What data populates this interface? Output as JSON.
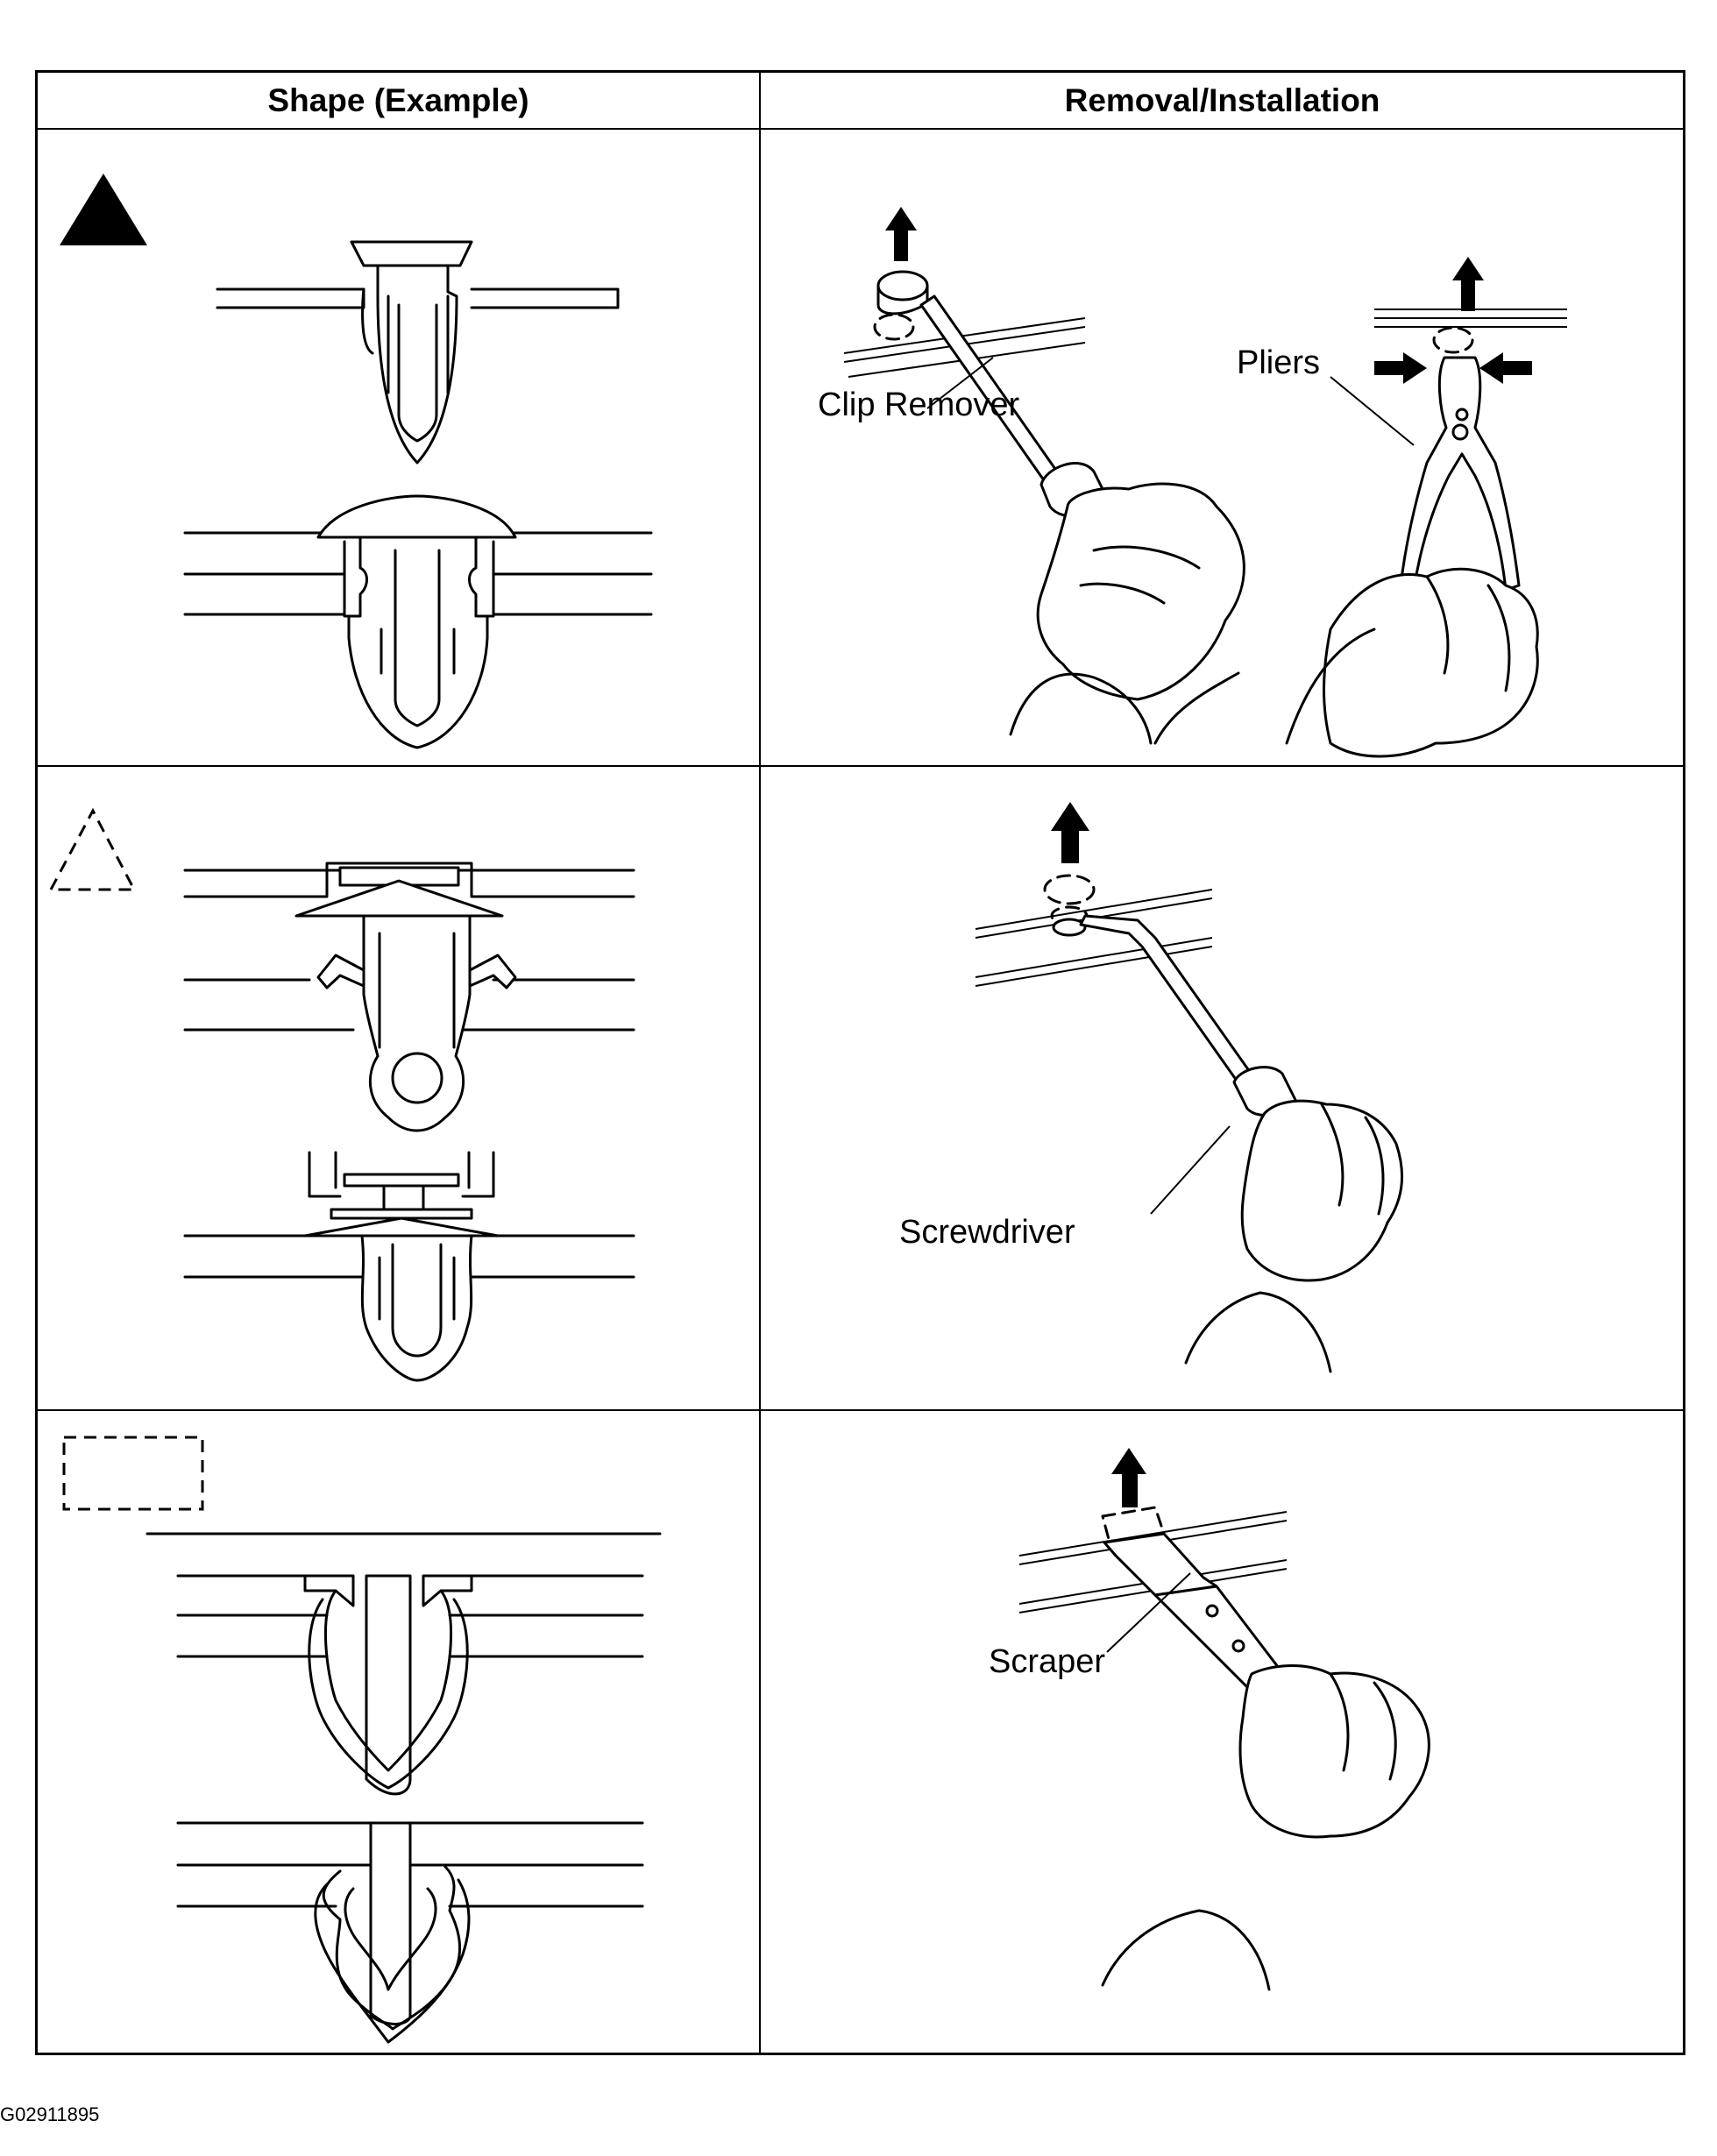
{
  "table": {
    "headers": {
      "shape": "Shape (Example)",
      "removal": "Removal/Installation"
    },
    "rows": [
      {
        "marker": "solid-triangle-icon",
        "tool_labels": {
          "clip_remover": "Clip Remover",
          "pliers": "Pliers"
        }
      },
      {
        "marker": "dashed-triangle-icon",
        "tool_labels": {
          "screwdriver": "Screwdriver"
        }
      },
      {
        "marker": "dashed-rectangle-icon",
        "tool_labels": {
          "scraper": "Scraper"
        }
      }
    ]
  },
  "figure_code": "G02911895"
}
